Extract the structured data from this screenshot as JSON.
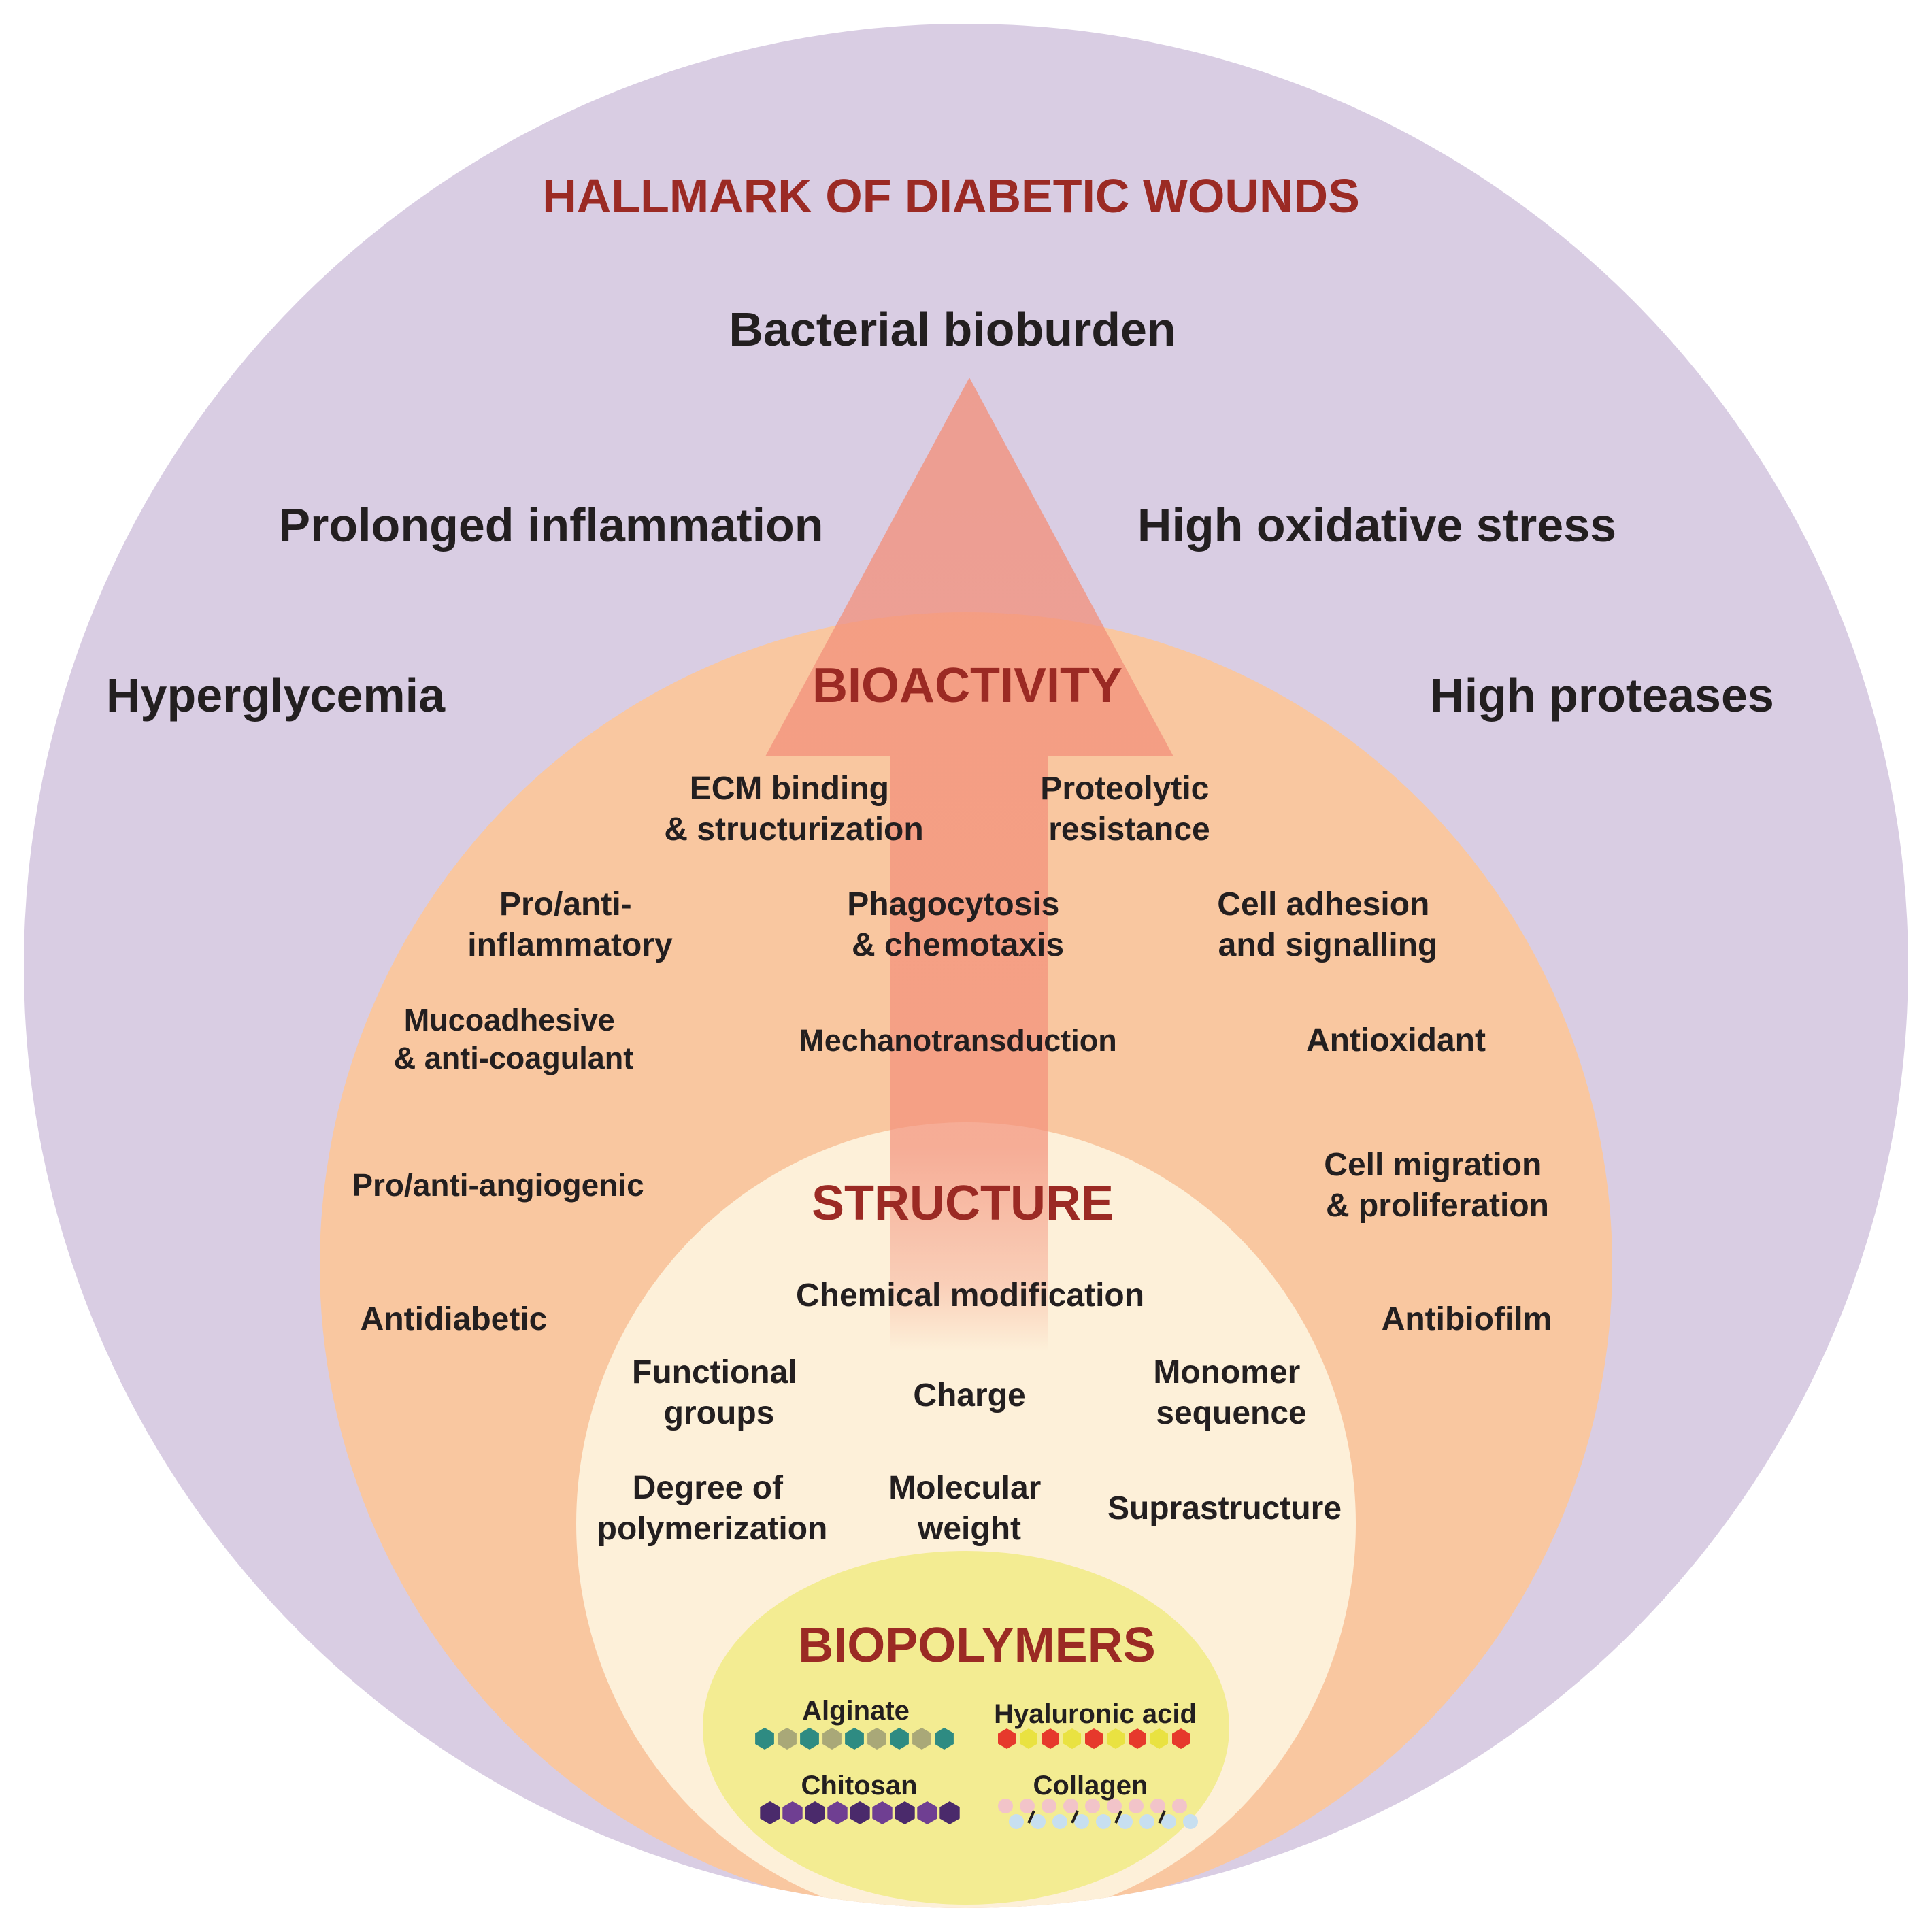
{
  "title": "HALLMARK OF DIABETIC WOUNDS",
  "hallmarks": {
    "bacterial": "Bacterial bioburden",
    "inflammation": "Prolonged inflammation",
    "oxidative": "High oxidative stress",
    "hyperglycemia": "Hyperglycemia",
    "proteases": "High proteases"
  },
  "bioactivity": {
    "heading": "BIOACTIVITY",
    "ecm": [
      "ECM binding",
      "& structurization"
    ],
    "proteolytic": [
      "Proteolytic",
      "resistance"
    ],
    "inflammatory": [
      "Pro/anti-",
      "inflammatory"
    ],
    "phagocytosis": [
      "Phagocytosis",
      "& chemotaxis"
    ],
    "adhesion": [
      "Cell adhesion",
      "and signalling"
    ],
    "mucoadhesive": [
      "Mucoadhesive",
      "& anti-coagulant"
    ],
    "mechano": "Mechanotransduction",
    "antioxidant": "Antioxidant",
    "angiogenic": "Pro/anti-angiogenic",
    "migration": [
      "Cell migration",
      "& proliferation"
    ],
    "antidiabetic": "Antidiabetic",
    "antibiofilm": "Antibiofilm"
  },
  "structure": {
    "heading": "STRUCTURE",
    "chemical": "Chemical modification",
    "functional": [
      "Functional",
      "groups"
    ],
    "charge": "Charge",
    "monomer": [
      "Monomer",
      "sequence"
    ],
    "degree": [
      "Degree of",
      "polymerization"
    ],
    "molecular": [
      "Molecular",
      "weight"
    ],
    "supra": "Suprastructure"
  },
  "biopolymers": {
    "heading": "BIOPOLYMERS",
    "alginate": {
      "label": "Alginate",
      "colors": [
        "#2e8b82",
        "#a9a878"
      ]
    },
    "hyaluronic": {
      "label": "Hyaluronic acid",
      "colors": [
        "#e6392c",
        "#e9e241"
      ]
    },
    "chitosan": {
      "label": "Chitosan",
      "colors": [
        "#4a2a6b",
        "#6f3f92"
      ]
    },
    "collagen": {
      "label": "Collagen",
      "colors": [
        "#f2c4c9",
        "#c7dff0",
        "#231f20"
      ]
    }
  },
  "colors": {
    "outer": "#d9cde3",
    "bioactivity": "#f9c7a0",
    "structure": "#fdf0d9",
    "biopolymers": "#f3ec92",
    "arrow": "#f3907a",
    "heading": "#9b2a24"
  }
}
